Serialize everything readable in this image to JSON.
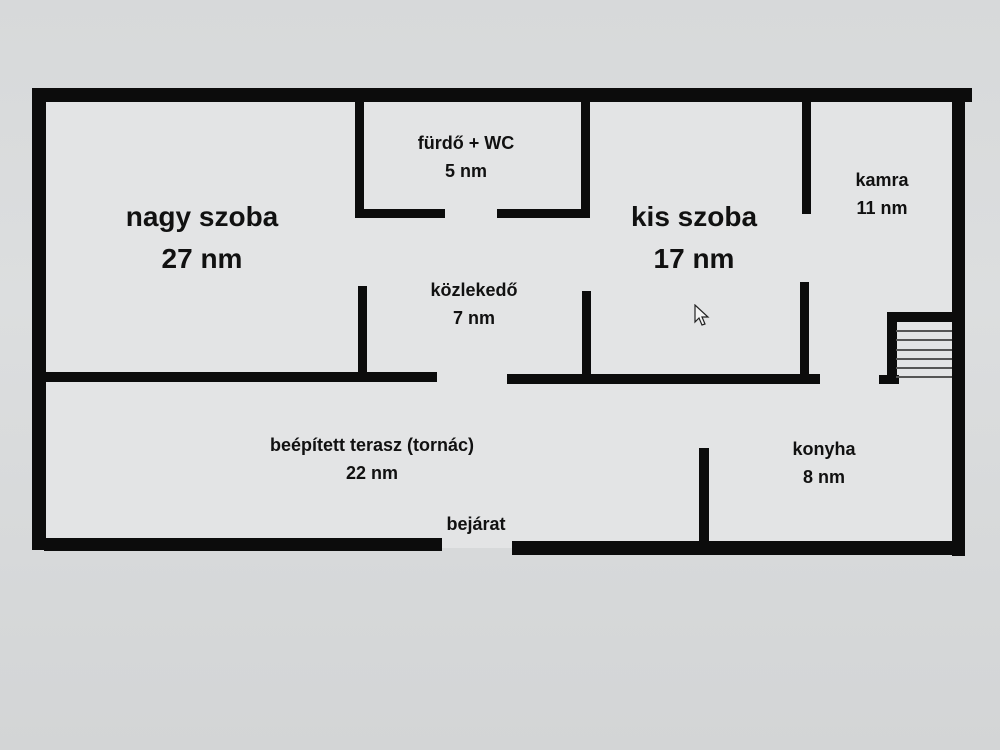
{
  "floorplan": {
    "unit": "nm",
    "rooms": [
      {
        "id": "nagy-szoba",
        "name": "nagy szoba",
        "area": "27 nm"
      },
      {
        "id": "furdo-wc",
        "name": "fürdő + WC",
        "area": "5 nm"
      },
      {
        "id": "kozlekedo",
        "name": "közlekedő",
        "area": "7 nm"
      },
      {
        "id": "kis-szoba",
        "name": "kis szoba",
        "area": "17 nm"
      },
      {
        "id": "kamra",
        "name": "kamra",
        "area": "11 nm"
      },
      {
        "id": "terasz",
        "name": "beépített terasz (tornác)",
        "area": "22 nm"
      },
      {
        "id": "konyha",
        "name": "konyha",
        "area": "8 nm"
      }
    ],
    "entrance_label": "bejárat",
    "wall_color": "#0c0c0c",
    "background_color": "#e3e4e5",
    "icons": {
      "stairs": "stairs-icon",
      "cursor": "mouse-pointer-icon"
    }
  }
}
